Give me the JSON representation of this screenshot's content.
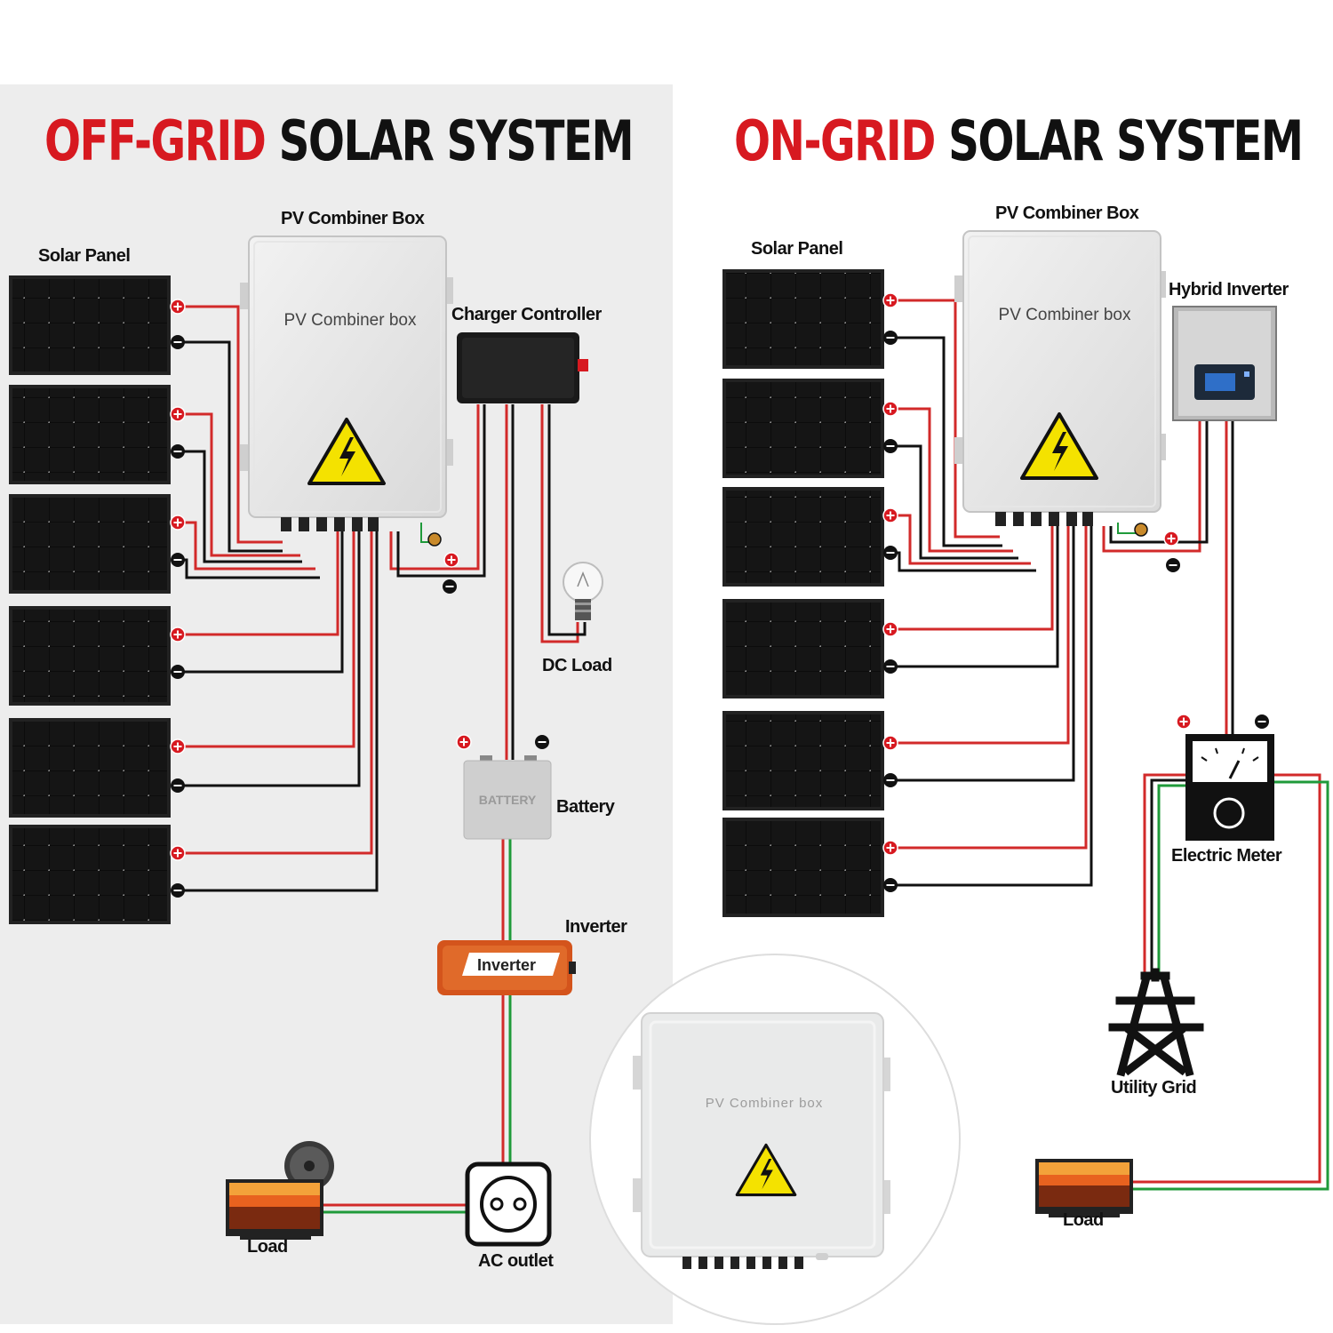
{
  "off_grid": {
    "title_accent": "OFF-GRID",
    "title_main": "SOLAR SYSTEM",
    "labels": {
      "solar_panel": "Solar Panel",
      "pv_combiner_box": "PV Combiner Box",
      "box_face": "PV Combiner box",
      "charger_controller": "Charger Controller",
      "dc_load": "DC Load",
      "battery": "Battery",
      "battery_face": "BATTERY",
      "inverter": "Inverter",
      "inverter_face": "Inverter",
      "load": "Load",
      "ac_outlet": "AC outlet"
    }
  },
  "on_grid": {
    "title_accent": "ON-GRID",
    "title_main": "SOLAR SYSTEM",
    "labels": {
      "solar_panel": "Solar Panel",
      "pv_combiner_box": "PV Combiner Box",
      "box_face": "PV Combiner box",
      "hybrid_inverter": "Hybrid Inverter",
      "electric_meter": "Electric Meter",
      "utility_grid": "Utility Grid",
      "load": "Load"
    }
  },
  "product_inset": {
    "box_face": "PV Combiner box"
  },
  "colors": {
    "accent_red": "#d71920",
    "wire_red": "#d22a2a",
    "wire_green": "#1f9a3a",
    "wire_black": "#111111",
    "warning_yellow": "#f4e200"
  }
}
